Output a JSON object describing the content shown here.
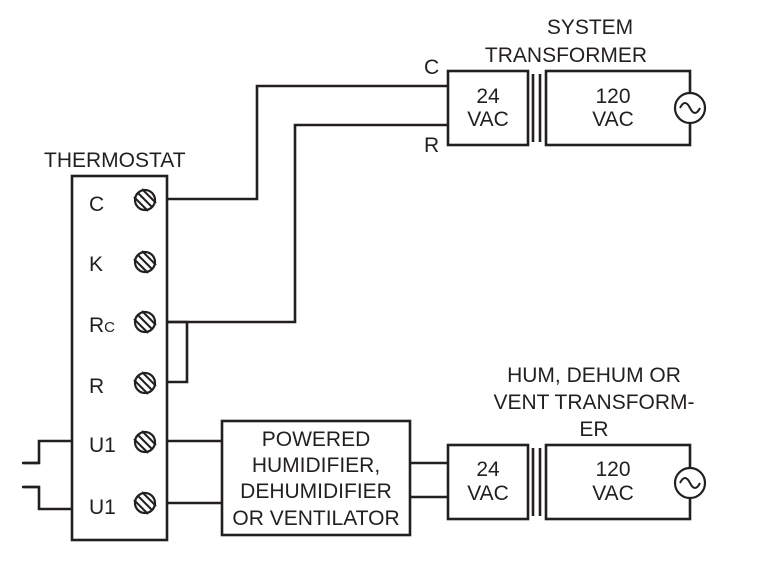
{
  "thermostat": {
    "title": "THERMOSTAT",
    "terminals": [
      {
        "id": "c",
        "label": "C",
        "sub": ""
      },
      {
        "id": "k",
        "label": "K",
        "sub": ""
      },
      {
        "id": "rc",
        "label": "R",
        "sub": "C"
      },
      {
        "id": "r",
        "label": "R",
        "sub": ""
      },
      {
        "id": "u1a",
        "label": "U1",
        "sub": ""
      },
      {
        "id": "u1b",
        "label": "U1",
        "sub": ""
      }
    ]
  },
  "system_transformer": {
    "title_line1": "SYSTEM",
    "title_line2": "TRANSFORMER",
    "low_v_line1": "24",
    "low_v_line2": "VAC",
    "high_v_line1": "120",
    "high_v_line2": "VAC",
    "wire_c": "C",
    "wire_r": "R"
  },
  "aux_transformer": {
    "title_line1": "HUM, DEHUM OR",
    "title_line2": "VENT TRANSFORM-",
    "title_line3": "ER",
    "low_v_line1": "24",
    "low_v_line2": "VAC",
    "high_v_line1": "120",
    "high_v_line2": "VAC"
  },
  "equipment": {
    "line1": "POWERED",
    "line2": "HUMIDIFIER,",
    "line3": "DEHUMIDIFIER",
    "line4": "OR VENTILATOR"
  },
  "icons": {
    "terminal_screw": "terminal-screw-icon",
    "ac_source": "ac-source-icon",
    "contact": "contact-switch-icon"
  },
  "colors": {
    "line": "#231f20",
    "background": "#ffffff"
  }
}
